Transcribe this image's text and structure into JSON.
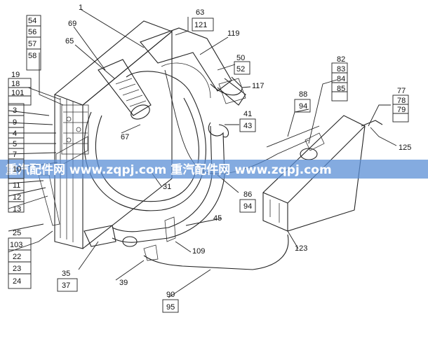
{
  "watermark": {
    "text": "重汽配件网  www.zqpj.com  重汽配件网  www.zqpj.com",
    "band_color": "#5b8fd6"
  },
  "labels": {
    "l1": "1",
    "l63": "63",
    "l121": "121",
    "l119": "119",
    "l69": "69",
    "l65": "65",
    "l50": "50",
    "l52": "52",
    "l54": "54",
    "l56": "56",
    "l57": "57",
    "l58": "58",
    "l19": "19",
    "l18": "18",
    "l101": "101",
    "l117": "117",
    "l82": "82",
    "l83": "83",
    "l84": "84",
    "l85": "85",
    "l77": "77",
    "l78": "78",
    "l79": "79",
    "l88": "88",
    "l94a": "94",
    "l41": "41",
    "l43": "43",
    "l3": "3",
    "l9": "9",
    "l4": "4",
    "l5": "5",
    "l7": "7",
    "l10": "10",
    "l67": "67",
    "l125": "125",
    "l11": "11",
    "l12": "12",
    "l13": "13",
    "l31": "31",
    "l86": "86",
    "l94b": "94",
    "l25": "25",
    "l45": "45",
    "l103": "103",
    "l22": "22",
    "l23": "23",
    "l24": "24",
    "l109": "109",
    "l123": "123",
    "l35": "35",
    "l37": "37",
    "l39": "39",
    "l90": "90",
    "l95": "95"
  }
}
